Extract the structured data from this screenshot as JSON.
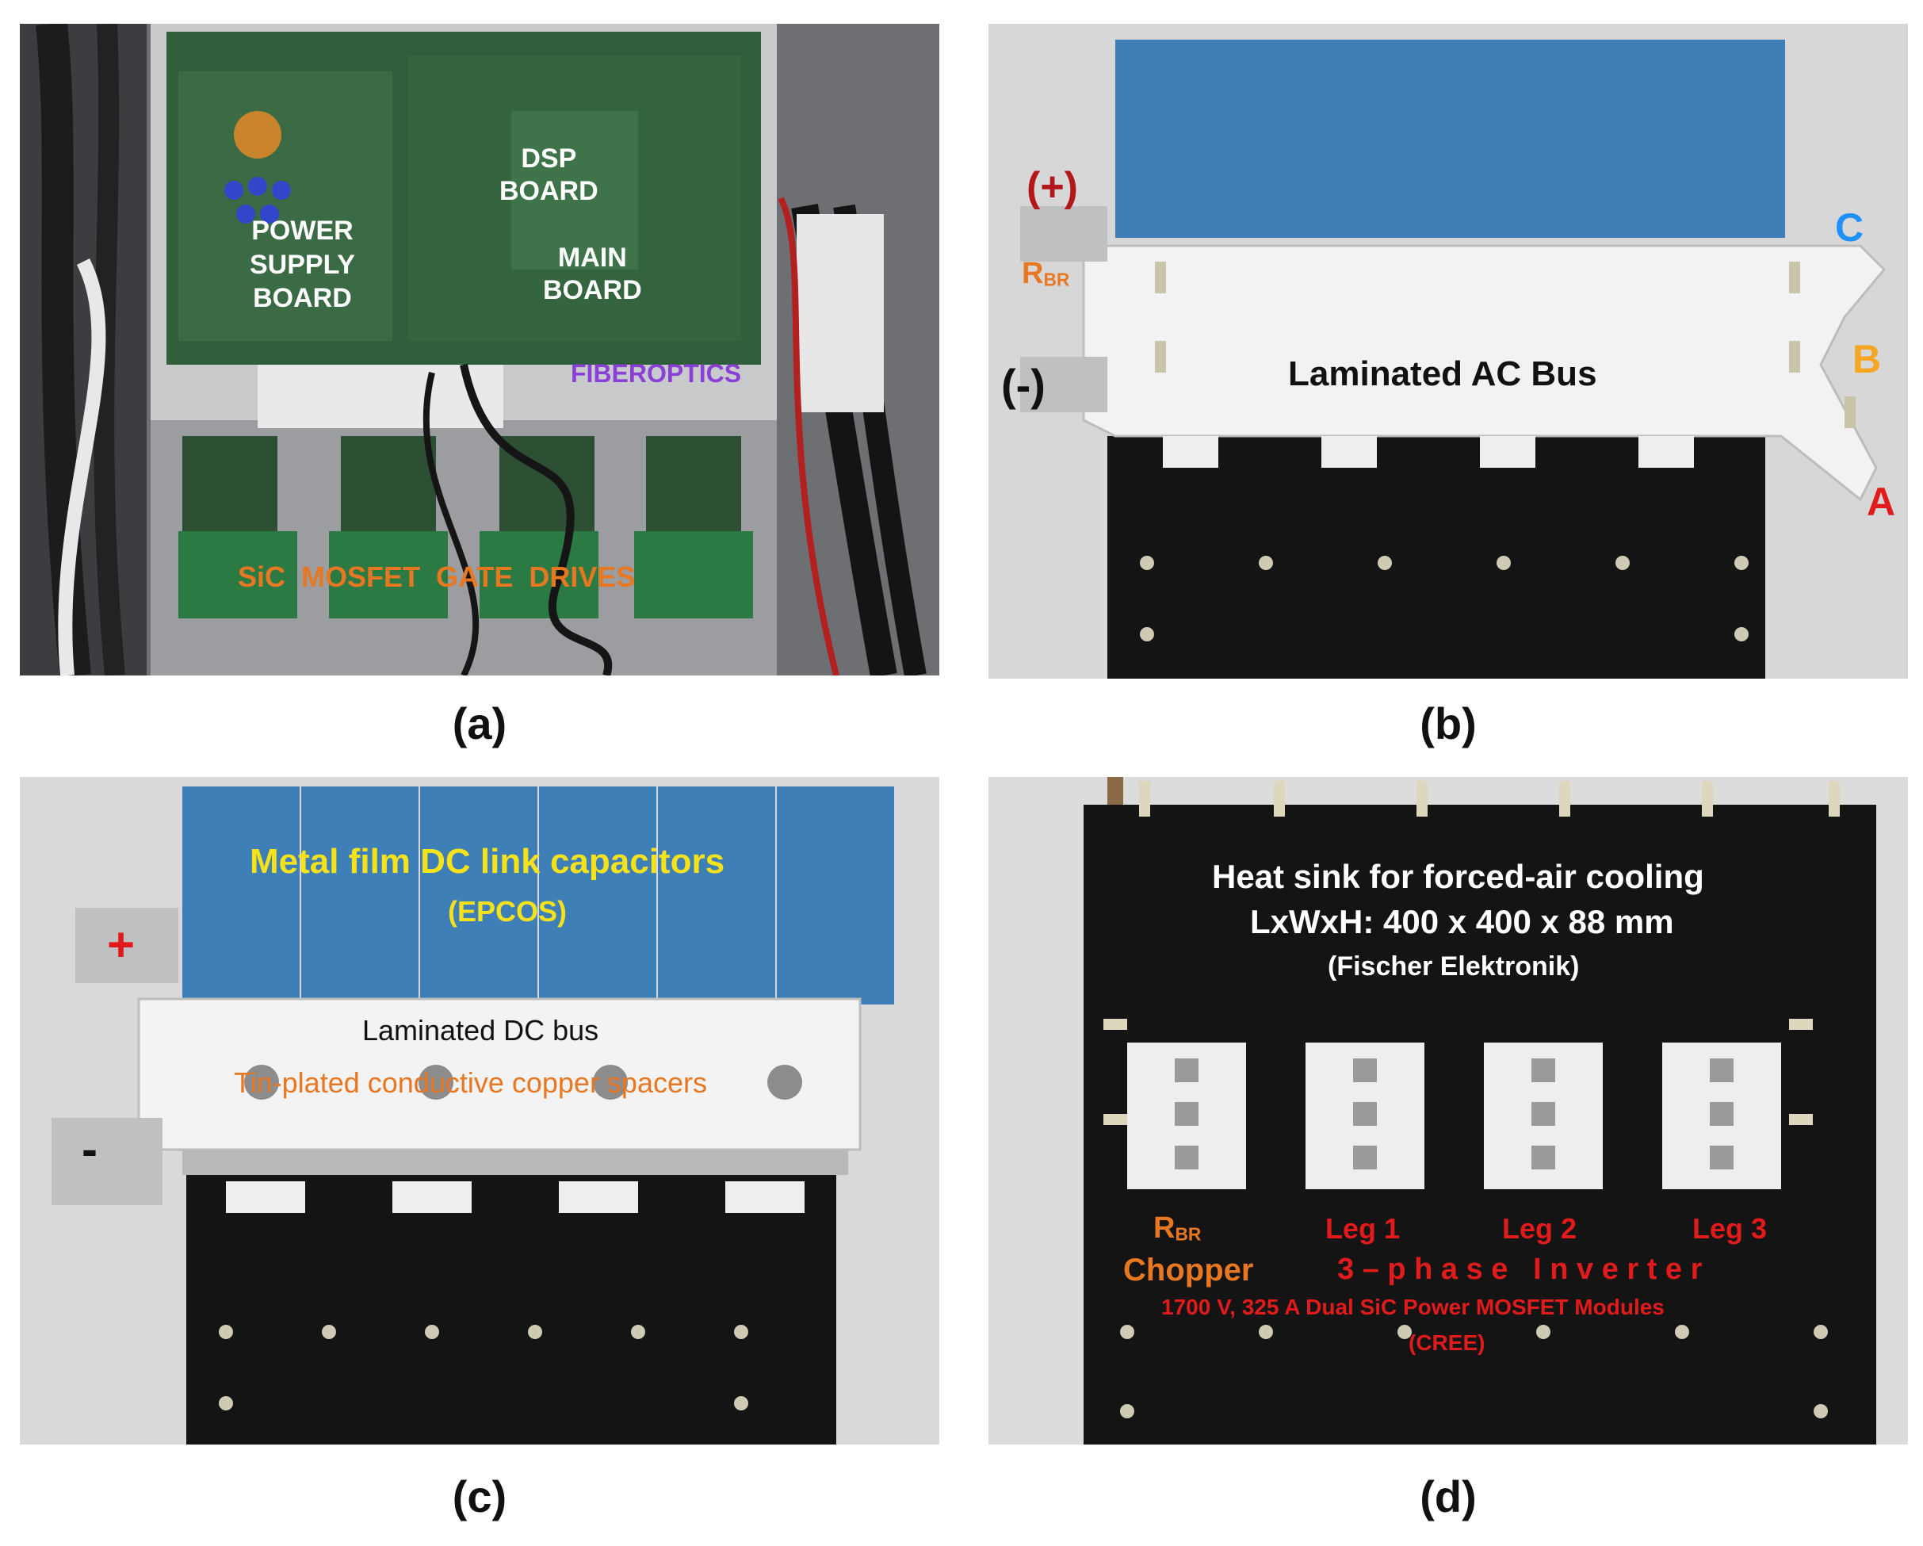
{
  "panels": {
    "a": {
      "caption": "(a)",
      "labels": {
        "dsp_line1": "DSP",
        "dsp_line2": "BOARD",
        "psu_line1": "POWER",
        "psu_line2": "SUPPLY",
        "psu_line3": "BOARD",
        "main_line1": "MAIN",
        "main_line2": "BOARD",
        "fiberoptics": "FIBEROPTICS",
        "gate_drives": "SiC  MOSFET  GATE  DRIVES"
      }
    },
    "b": {
      "caption": "(b)",
      "labels": {
        "plus": "(+)",
        "minus": "(-)",
        "rbr_main": "R",
        "rbr_sub": "BR",
        "phase_c": "C",
        "phase_b": "B",
        "phase_a": "A",
        "ac_bus": "Laminated AC Bus"
      }
    },
    "c": {
      "caption": "(c)",
      "labels": {
        "caps_title": "Metal film DC link capacitors",
        "epcos": "(EPCOS)",
        "plus": "+",
        "minus": "-",
        "dc_bus": "Laminated DC bus",
        "spacers": "Tin-plated conductive copper spacers"
      }
    },
    "d": {
      "caption": "(d)",
      "labels": {
        "heatsink_line1": "Heat sink for forced-air cooling",
        "heatsink_line2": "LxWxH: 400 x 400 x 88 mm",
        "fischer": "(Fischer Elektronik)",
        "rbr_main": "R",
        "rbr_sub": "BR",
        "chopper": "Chopper",
        "leg1": "Leg 1",
        "leg2": "Leg 2",
        "leg3": "Leg 3",
        "inverter": "3 – p h a s e   I n v e r t e r",
        "modules": "1700 V, 325 A Dual SiC Power MOSFET Modules",
        "cree": "(CREE)"
      }
    }
  },
  "colors": {
    "orange": "#e87722",
    "white": "#ffffff",
    "yellow": "#f5e21b",
    "red": "#e11b1b",
    "purple": "#8a3fd6",
    "blue": "#1e90ff",
    "amber": "#f5a623",
    "black": "#111111",
    "capacitor_blue": "#3e7fb8",
    "pcb_green": "#2f5e3a",
    "heatsink_black": "#141414"
  }
}
